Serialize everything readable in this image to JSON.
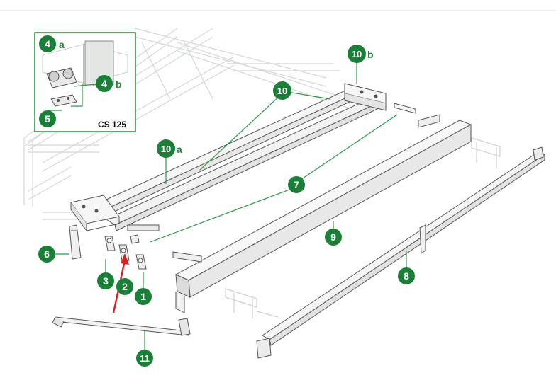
{
  "colors": {
    "accent": "#1f8a3c",
    "badge": "#1a7f37",
    "leader": "#2e9a48",
    "arrow": "#e01b1b",
    "outline": "#555555",
    "ghost": "#d2d6d2",
    "part_fill": "#f4f4f4"
  },
  "inset": {
    "label": "CS 125"
  },
  "callouts": [
    {
      "id": "c1",
      "number": "1",
      "suffix": ""
    },
    {
      "id": "c2",
      "number": "2",
      "suffix": ""
    },
    {
      "id": "c3",
      "number": "3",
      "suffix": ""
    },
    {
      "id": "c4a",
      "number": "4",
      "suffix": "a"
    },
    {
      "id": "c4b",
      "number": "4",
      "suffix": "b"
    },
    {
      "id": "c5",
      "number": "5",
      "suffix": ""
    },
    {
      "id": "c6",
      "number": "6",
      "suffix": ""
    },
    {
      "id": "c7",
      "number": "7",
      "suffix": ""
    },
    {
      "id": "c8",
      "number": "8",
      "suffix": ""
    },
    {
      "id": "c9",
      "number": "9",
      "suffix": ""
    },
    {
      "id": "c10",
      "number": "10",
      "suffix": ""
    },
    {
      "id": "c10a",
      "number": "10",
      "suffix": "a"
    },
    {
      "id": "c10b",
      "number": "10",
      "suffix": "b"
    },
    {
      "id": "c11",
      "number": "11",
      "suffix": ""
    }
  ],
  "icons": {
    "pointer": "red-arrow-icon"
  }
}
